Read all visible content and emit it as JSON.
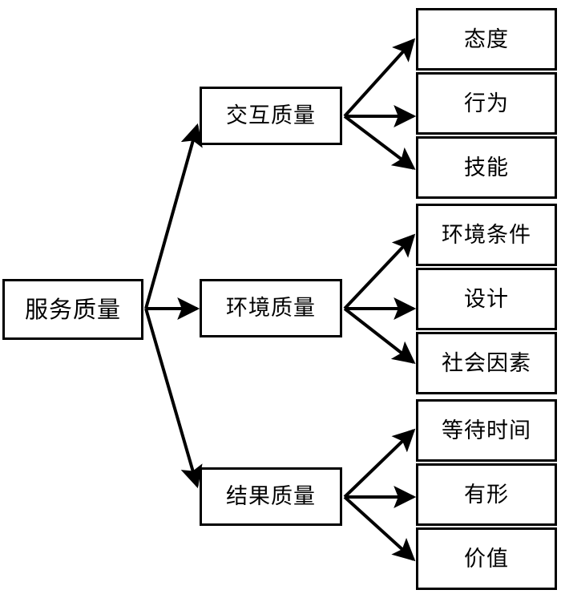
{
  "diagram": {
    "type": "hierarchy-tree",
    "title_text": "",
    "orientation": "left-to-right",
    "colors": {
      "background": "#ffffff",
      "box_fill": "#ffffff",
      "box_border": "#000000",
      "arrow": "#000000",
      "text": "#000000"
    },
    "root": {
      "id": "service-quality",
      "label": "服务质量"
    },
    "branches": [
      {
        "id": "interaction-quality",
        "label": "交互质量",
        "children": [
          {
            "id": "attitude",
            "label": "态度"
          },
          {
            "id": "behavior",
            "label": "行为"
          },
          {
            "id": "skill",
            "label": "技能"
          }
        ]
      },
      {
        "id": "environment-quality",
        "label": "环境质量",
        "children": [
          {
            "id": "ambient-conditions",
            "label": "环境条件"
          },
          {
            "id": "design",
            "label": "设计"
          },
          {
            "id": "social-factors",
            "label": "社会因素"
          }
        ]
      },
      {
        "id": "outcome-quality",
        "label": "结果质量",
        "children": [
          {
            "id": "waiting-time",
            "label": "等待时间"
          },
          {
            "id": "tangibles",
            "label": "有形"
          },
          {
            "id": "value",
            "label": "价值"
          }
        ]
      }
    ]
  }
}
